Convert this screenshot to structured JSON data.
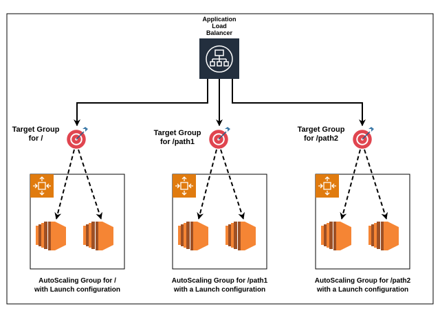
{
  "alb": {
    "label_lines": [
      "Application",
      "Load",
      "Balancer"
    ],
    "icon": "load-balancer-icon",
    "color": "#232f3e"
  },
  "groups": [
    {
      "target_label": [
        "Target Group",
        "for /"
      ],
      "asg_caption": [
        "AutoScaling Group for /",
        "with Launch configuration"
      ]
    },
    {
      "target_label": [
        "Target Group",
        "for /path1"
      ],
      "asg_caption": [
        "AutoScaling Group for /path1",
        "with a Launch configuration"
      ]
    },
    {
      "target_label": [
        "Target Group",
        "for /path2"
      ],
      "asg_caption": [
        "AutoScaling Group for /path2",
        "with a Launch configuration"
      ]
    }
  ],
  "colors": {
    "asg_orange": "#e07b0f",
    "ec2_orange": "#f58534",
    "ec2_dark": "#9d5025",
    "target_red": "#e0454f"
  }
}
